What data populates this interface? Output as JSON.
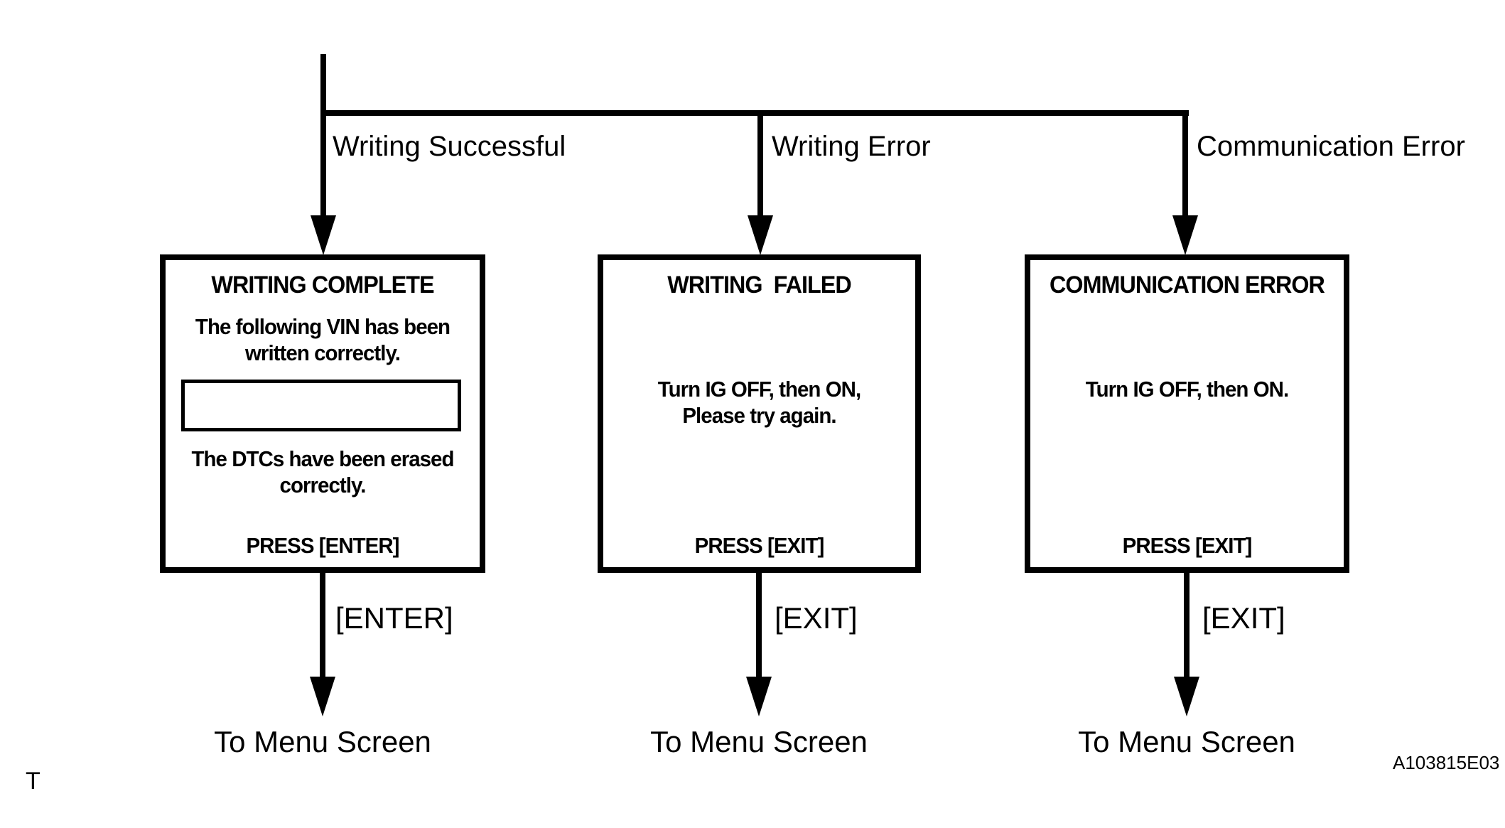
{
  "colors": {
    "ink": "#000000",
    "background": "#ffffff"
  },
  "branches": [
    {
      "label": "Writing Successful",
      "box": {
        "title": "WRITING COMPLETE",
        "body_top": "The following VIN has been\nwritten correctly.",
        "vin_field_value": "",
        "body_bottom": "The DTCs have been erased\ncorrectly.",
        "press": "PRESS [ENTER]"
      },
      "key_label": "[ENTER]",
      "destination": "To Menu Screen"
    },
    {
      "label": "Writing Error",
      "box": {
        "title": "WRITING  FAILED",
        "body": "Turn IG OFF, then ON,\nPlease try again.",
        "press": "PRESS [EXIT]"
      },
      "key_label": "[EXIT]",
      "destination": "To Menu Screen"
    },
    {
      "label": "Communication Error",
      "box": {
        "title": "COMMUNICATION ERROR",
        "body": "Turn IG OFF, then ON.",
        "press": "PRESS [EXIT]"
      },
      "key_label": "[EXIT]",
      "destination": "To Menu Screen"
    }
  ],
  "footer": {
    "page_mark": "T",
    "figure_code": "A103815E03"
  }
}
